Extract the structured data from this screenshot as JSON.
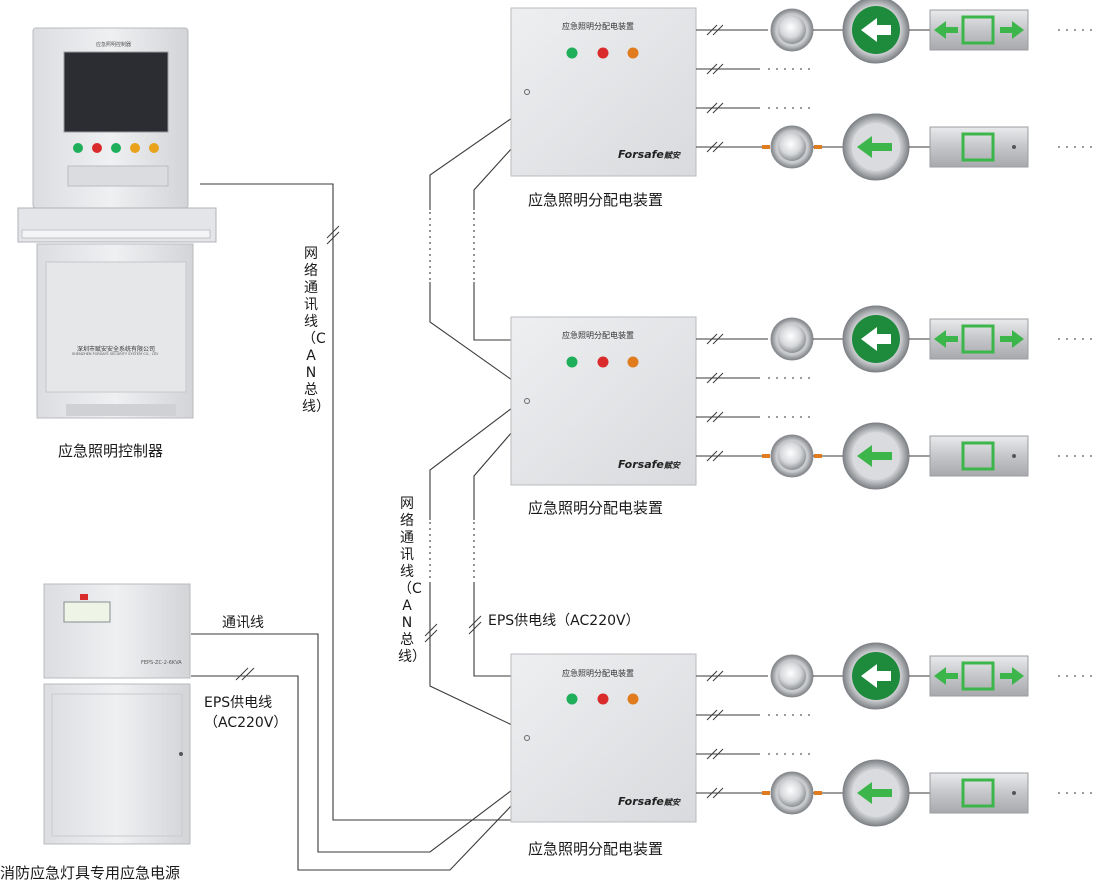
{
  "colors": {
    "line": "#3a3a3a",
    "panel": "#e3e4e6",
    "panel_edge": "#b9bbbe",
    "exit_green": "#3cb64a",
    "led_green": "#1fae5a",
    "led_red": "#d92b2b",
    "led_orange": "#e07b1e",
    "screen": "#2b2d33"
  },
  "controller": {
    "caption": "应急照明控制器",
    "screen_title": "应急照明控制器",
    "company": "深圳市赋安安全系统有限公司",
    "company_en": "SHENZHEN FORSAFE SECURITY SYSTEM CO., LTD"
  },
  "power_supply": {
    "caption": "消防应急灯具专用应急电源",
    "model": "FEPS-ZC-2-6KVA"
  },
  "distribution_units": [
    {
      "caption": "应急照明分配电装置",
      "panel_title": "应急照明分配电装置",
      "brand": "Forsafe",
      "brand_cn": "赋安"
    },
    {
      "caption": "应急照明分配电装置",
      "panel_title": "应急照明分配电装置",
      "brand": "Forsafe",
      "brand_cn": "赋安"
    },
    {
      "caption": "应急照明分配电装置",
      "panel_title": "应急照明分配电装置",
      "brand": "Forsafe",
      "brand_cn": "赋安"
    }
  ],
  "lines": {
    "network_cable_1": "网络通讯线（CAN总线）",
    "network_cable_2": "网络通讯线（CAN总线）",
    "comm_line": "通讯线",
    "eps_power": "EPS供电线",
    "eps_voltage": "（AC220V）",
    "eps_power_mid": "EPS供电线（AC220V）"
  },
  "icons": [
    "emergency-light-icon",
    "round-exit-sign-icon",
    "exit-sign-icon",
    "dashed-continuation-icon"
  ]
}
